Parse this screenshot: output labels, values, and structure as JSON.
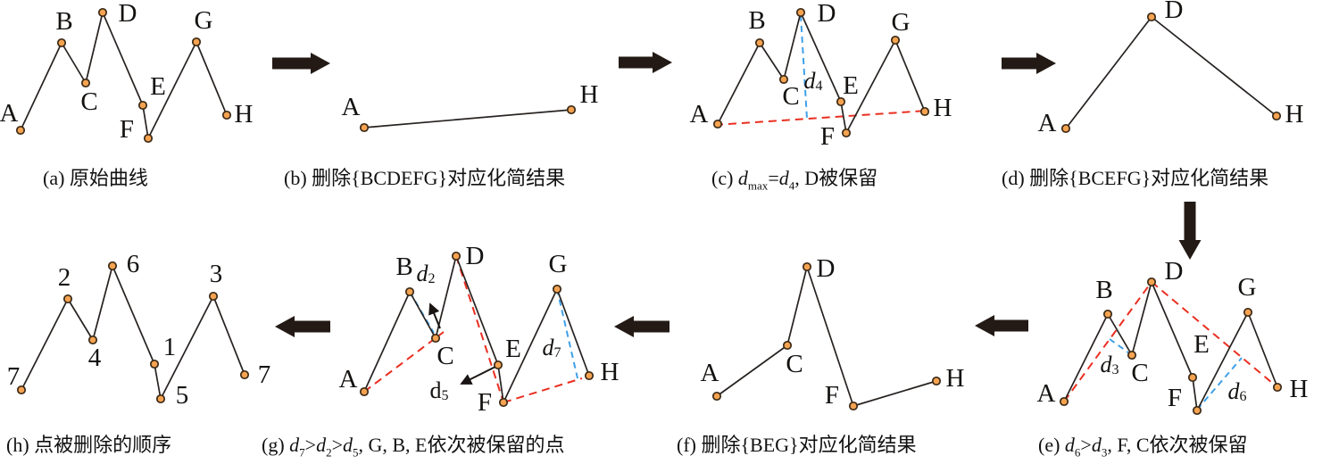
{
  "labels": {
    "A": "A",
    "B": "B",
    "C": "C",
    "D": "D",
    "E": "E",
    "F": "F",
    "G": "G",
    "H": "H"
  },
  "order_labels": {
    "A": "7",
    "B": "2",
    "C": "4",
    "D": "6",
    "E": "1",
    "F": "5",
    "G": "3",
    "H": "7"
  },
  "d_labels": {
    "d2": {
      "base": "d",
      "sub": "2"
    },
    "d3": {
      "base": "d",
      "sub": "3"
    },
    "d4": {
      "base": "d",
      "sub": "4"
    },
    "d5": {
      "base": "d",
      "sub": "5"
    },
    "d6": {
      "base": "d",
      "sub": "6"
    },
    "d7": {
      "base": "d",
      "sub": "7"
    }
  },
  "captions": {
    "a": "(a) 原始曲线",
    "b": "(b) 删除{BCDEFG}对应化简结果",
    "c": {
      "pre": "(c) ",
      "d1": "d",
      "d1sub": "max",
      "eq": "=",
      "d2": "d",
      "d2sub": "4",
      "post": ", D被保留"
    },
    "d": "(d) 删除{BCEFG}对应化简结果",
    "e": {
      "pre": "(e) ",
      "d1": "d",
      "d1sub": "6",
      "gt": ">",
      "d2": "d",
      "d2sub": "3",
      "post": ", F, C依次被保留"
    },
    "f": "(f) 删除{BEG}对应化简结果",
    "g": {
      "pre": "(g) ",
      "d1": "d",
      "d1sub": "7",
      "gt1": ">",
      "d2": "d",
      "d2sub": "2",
      "gt2": ">",
      "d3": "d",
      "d3sub": "5",
      "post": ", G, B, E依次被保留的点"
    },
    "h": "(h) 点被删除的顺序"
  },
  "colors": {
    "point_fill": "#f5a351",
    "point_stroke": "#3c2a17",
    "solid_line": "#262220",
    "red_dashed": "#ea2e20",
    "blue_dashed": "#3fa0e8",
    "block_arrow": "#231a15",
    "text": "#111111"
  }
}
